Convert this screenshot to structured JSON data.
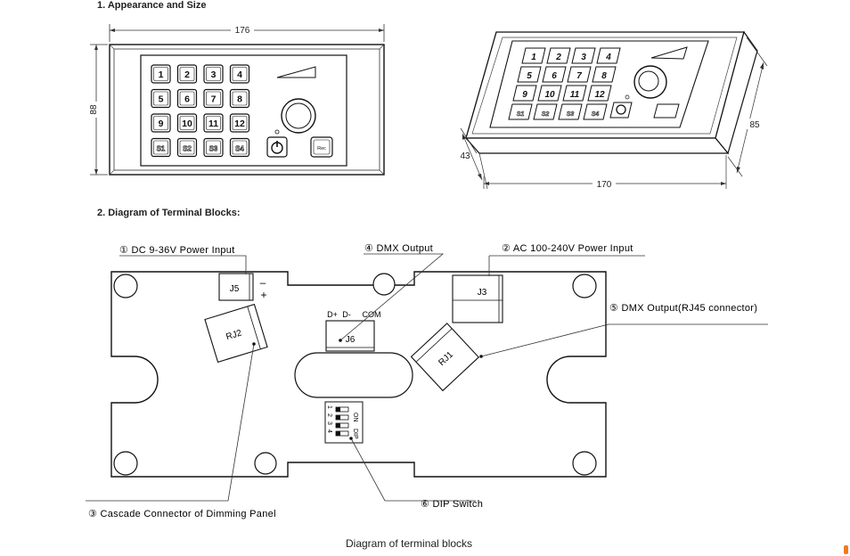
{
  "headings": {
    "appearance": "1. Appearance and Size",
    "terminal": "2. Diagram of Terminal Blocks:"
  },
  "dimensions": {
    "front_width": "176",
    "front_height": "88",
    "iso_depth": "43",
    "iso_width": "170",
    "iso_height": "85"
  },
  "keypad": {
    "keys": [
      "1",
      "2",
      "3",
      "4",
      "5",
      "6",
      "7",
      "8",
      "9",
      "10",
      "11",
      "12",
      "S1",
      "S2",
      "S3",
      "S4"
    ],
    "power_icon": "power-icon",
    "rec_label": "Rec"
  },
  "connectors": {
    "j5": "J5",
    "j3": "J3",
    "j6": "J6",
    "rj1": "RJ1",
    "rj2": "RJ2",
    "minus": "–",
    "plus": "+",
    "d_plus": "D+",
    "d_minus": "D-",
    "com": "COM",
    "dip_on": "ON",
    "dip_name": "DIP",
    "dip_numbers": [
      "1",
      "2",
      "3",
      "4"
    ]
  },
  "callouts": {
    "c1": "① DC 9-36V Power Input",
    "c2": "② AC 100-240V Power Input",
    "c3": "③ Cascade Connector of Dimming Panel",
    "c4": "④ DMX Output",
    "c5": "⑤ DMX Output(RJ45 connector)",
    "c6": "⑥ DIP Switch"
  },
  "caption": "Diagram of terminal blocks"
}
